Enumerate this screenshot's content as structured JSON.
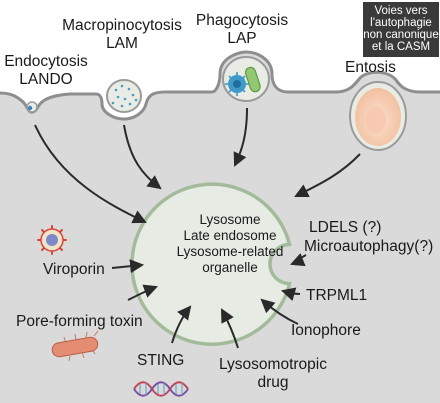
{
  "corner_note": [
    "Voies vers",
    "l'autophagie",
    "non canonique",
    "et la CASM"
  ],
  "pathways_top": {
    "endocytosis": [
      "Endocytosis",
      "LANDO"
    ],
    "macropinocytosis": [
      "Macropinocytosis",
      "LAM"
    ],
    "phagocytosis": [
      "Phagocytosis",
      "LAP"
    ],
    "entosis": "Entosis"
  },
  "lysosome": [
    "Lysosome",
    "Late endosome",
    "Lysosome-related",
    "organelle"
  ],
  "right_inputs": {
    "ldels": "LDELS (?)",
    "microautophagy": "Microautophagy(?)",
    "trpml1": "TRPML1",
    "ionophore": "Ionophore"
  },
  "left_inputs": {
    "viroporin": "Viroporin",
    "pore_forming_toxin": "Pore-forming toxin",
    "sting": "STING",
    "lysosomotropic": [
      "Lysosomotropic",
      "drug"
    ]
  },
  "colors": {
    "background": "#ffffff",
    "cytoplasm": "#dadada",
    "membrane": "#8e8e8e",
    "lysosome_fill": "#e6ece4",
    "lysosome_stroke": "#a3bb9b",
    "arrow": "#2a2a2a",
    "note_bg": "#3a3a3a"
  }
}
